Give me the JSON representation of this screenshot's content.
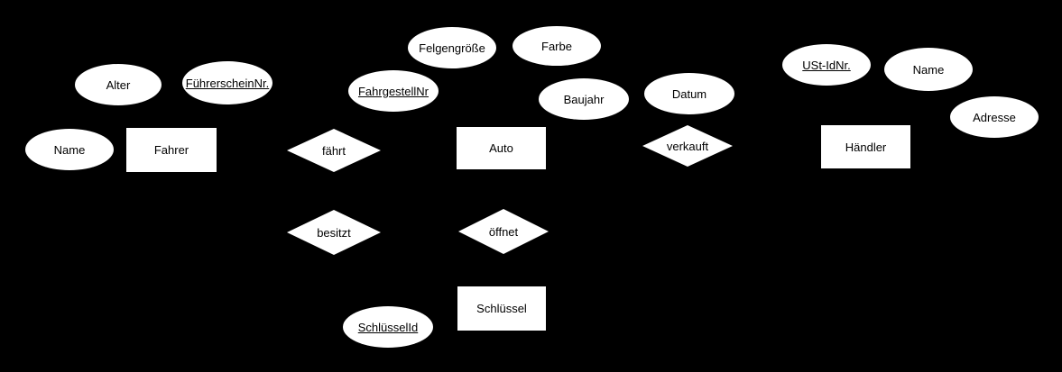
{
  "diagram": {
    "type": "entity-relationship-diagram",
    "colors": {
      "background": "#000000",
      "shape_fill": "#ffffff",
      "text": "#000000"
    },
    "entities": [
      {
        "label": "Fahrer"
      },
      {
        "label": "Auto"
      },
      {
        "label": "Händler"
      },
      {
        "label": "Schlüssel"
      }
    ],
    "relationships": [
      {
        "label": "fährt"
      },
      {
        "label": "verkauft"
      },
      {
        "label": "besitzt"
      },
      {
        "label": "öffnet"
      }
    ],
    "attributes": [
      {
        "label": "Alter",
        "key": false
      },
      {
        "label": "FührerscheinNr.",
        "key": true
      },
      {
        "label": "Name",
        "key": false
      },
      {
        "label": "Felgengröße",
        "key": false
      },
      {
        "label": "Farbe",
        "key": false
      },
      {
        "label": "FahrgestellNr",
        "key": true
      },
      {
        "label": "Baujahr",
        "key": false
      },
      {
        "label": "Datum",
        "key": false
      },
      {
        "label": "USt-IdNr.",
        "key": true
      },
      {
        "label": "Name",
        "key": false
      },
      {
        "label": "Adresse",
        "key": false
      },
      {
        "label": "SchlüsselId",
        "key": true
      }
    ]
  }
}
